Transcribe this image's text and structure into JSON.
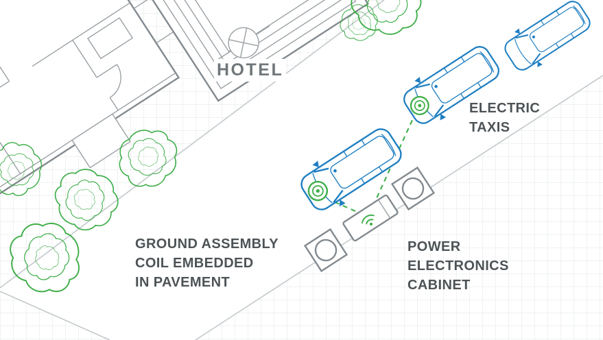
{
  "diagram": {
    "type": "site-plan-infographic",
    "hotel_label": "HOTEL",
    "labels": {
      "electric_taxis": {
        "lines": [
          "ELECTRIC",
          "TAXIS"
        ]
      },
      "ground_assembly": {
        "lines": [
          "GROUND ASSEMBLY",
          "COIL EMBEDDED",
          "IN PAVEMENT"
        ]
      },
      "power_cabinet": {
        "lines": [
          "POWER",
          "ELECTRONICS",
          "CABINET"
        ]
      }
    },
    "icons": {
      "charging_coil": "coil-icon",
      "wireless_signal": "wifi-icon",
      "column_marker": "circled-x-icon",
      "tree": "tree-icon",
      "taxi": "electric-taxi-van"
    },
    "colors": {
      "taxi_blue": "#1f7fc2",
      "tree_green": "#3fae49",
      "charging_green": "#3fae49",
      "plan_gray": "#9aa0a4",
      "plan_gray2": "#838a8f",
      "grid_gray": "#e2e5e6",
      "edge_gray": "#c3c9cc",
      "text_gray": "#4d5356",
      "hotel_text_gray": "#70777b"
    },
    "counts": {
      "taxis": 3,
      "trees": 6,
      "ground_coil_markers": 2
    }
  }
}
